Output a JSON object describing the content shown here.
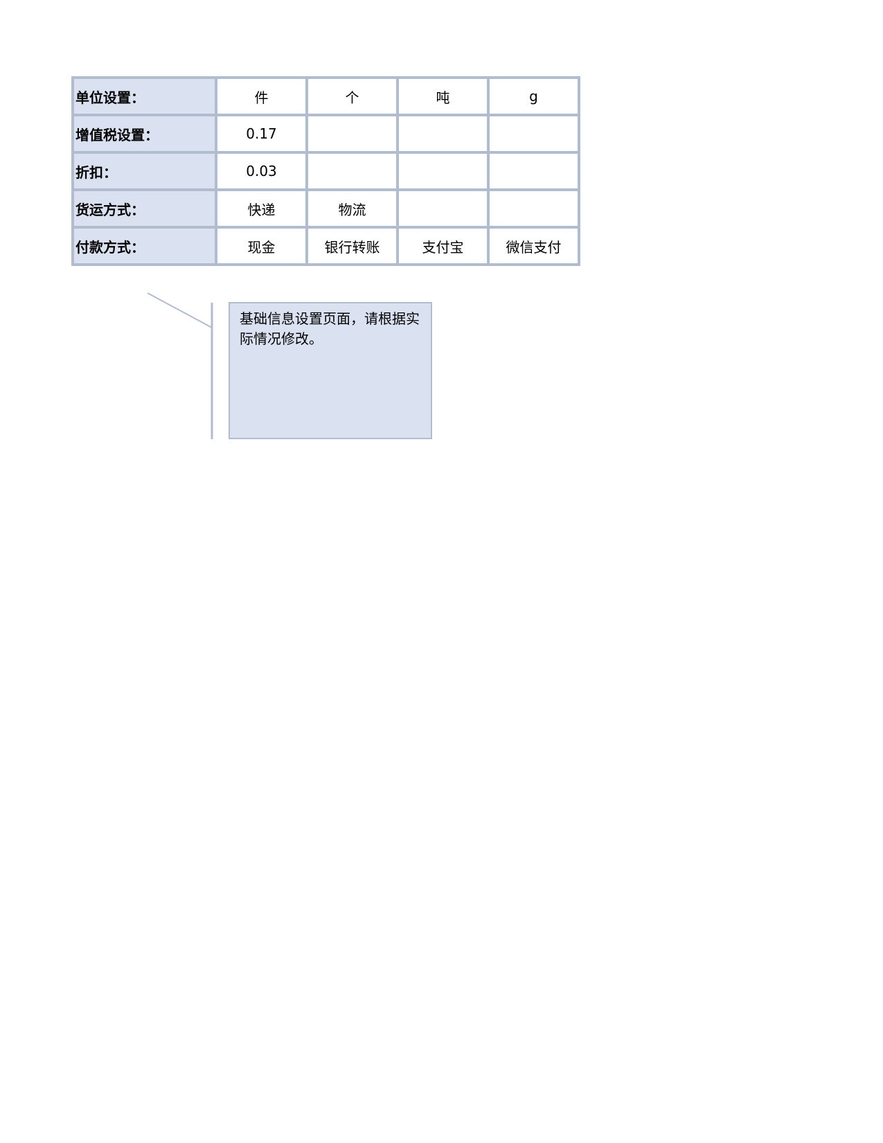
{
  "settings_table": {
    "rows": [
      {
        "label": "单位设置：",
        "values": [
          "件",
          "个",
          "吨",
          "g"
        ]
      },
      {
        "label": "增值税设置：",
        "values": [
          "0.17",
          "",
          "",
          ""
        ]
      },
      {
        "label": "折扣：",
        "values": [
          "0.03",
          "",
          "",
          ""
        ]
      },
      {
        "label": "货运方式：",
        "values": [
          "快递",
          "物流",
          "",
          ""
        ]
      },
      {
        "label": "付款方式：",
        "values": [
          "现金",
          "银行转账",
          "支付宝",
          "微信支付"
        ]
      }
    ]
  },
  "callout": {
    "text": "基础信息设置页面，请根据实际情况修改。"
  },
  "colors": {
    "label_fill": "#dae2f2",
    "border": "#b1bccf",
    "callout_fill": "#dae2f2"
  }
}
